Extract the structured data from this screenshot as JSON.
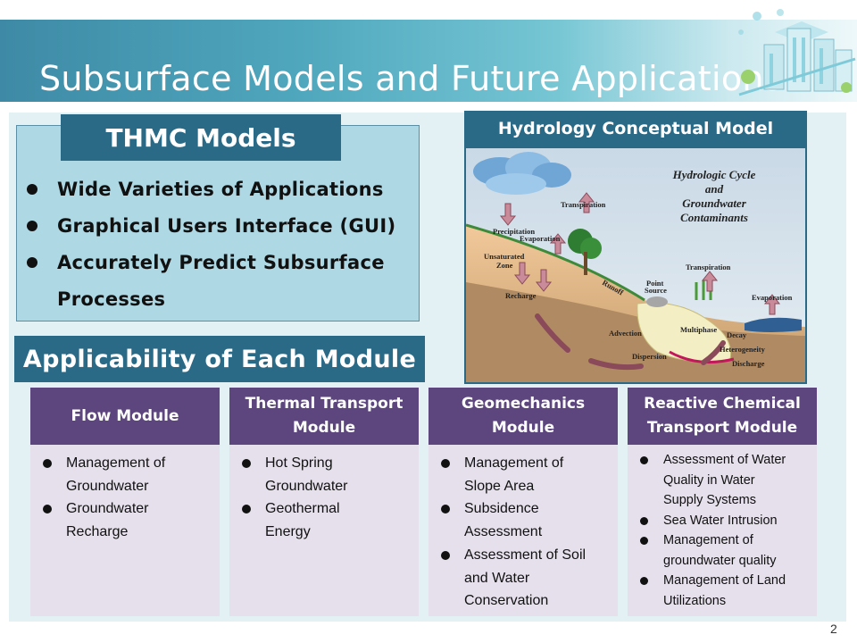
{
  "slide": {
    "title": "Subsurface Models and Future Applications",
    "page_number": "2"
  },
  "thmc": {
    "title": "THMC Models",
    "items": [
      {
        "line1": "Wide Varieties of Applications",
        "line2": ""
      },
      {
        "line1": "Graphical Users Interface (GUI)",
        "line2": ""
      },
      {
        "line1": "Accurately Predict Subsurface",
        "line2": "Processes"
      }
    ]
  },
  "applicability": {
    "title": "Applicability of Each Module"
  },
  "hydrology": {
    "header": "Hydrology Conceptual Model",
    "diagram_title": [
      "Hydrologic Cycle",
      "and",
      "Groundwater",
      "Contaminants"
    ],
    "labels": {
      "transpiration1": "Transpiration",
      "precipitation": "Precipitation",
      "evaporation1": "Evaporation",
      "unsaturated1": "Unsaturated",
      "unsaturated2": "Zone",
      "recharge": "Recharge",
      "runoff": "Runoff",
      "point1": "Point",
      "point2": "Source",
      "transpiration2": "Transpiration",
      "evaporation2": "Evaporation",
      "advection": "Advection",
      "multiphase": "Multiphase",
      "decay": "Decay",
      "heterogeneity": "Heterogeneity",
      "dispersion": "Dispersion",
      "discharge": "Discharge"
    }
  },
  "modules": [
    {
      "title": [
        "Flow Module"
      ],
      "items": [
        [
          "Management of",
          "Groundwater"
        ],
        [
          "Groundwater",
          "Recharge"
        ]
      ]
    },
    {
      "title": [
        "Thermal Transport",
        "Module"
      ],
      "items": [
        [
          "Hot Spring",
          "Groundwater"
        ],
        [
          "Geothermal",
          "Energy"
        ]
      ]
    },
    {
      "title": [
        "Geomechanics",
        "Module"
      ],
      "items": [
        [
          "Management of",
          "Slope Area"
        ],
        [
          "Subsidence",
          "Assessment"
        ],
        [
          "Assessment of Soil",
          "and Water",
          "Conservation"
        ]
      ]
    },
    {
      "title": [
        "Reactive Chemical",
        "Transport Module"
      ],
      "items": [
        [
          "Assessment of Water",
          "Quality in Water",
          "Supply Systems"
        ],
        [
          "Sea Water Intrusion"
        ],
        [
          "Management of",
          "groundwater quality"
        ],
        [
          "Management of Land",
          "Utilizations"
        ]
      ]
    }
  ],
  "colors": {
    "banner": "#4fa7bd",
    "dark_teal": "#2a6a86",
    "light_teal_box": "#add8e4",
    "module_header": "#5c467d",
    "module_body": "#e6e0ec",
    "panel": "#e3f1f5"
  }
}
